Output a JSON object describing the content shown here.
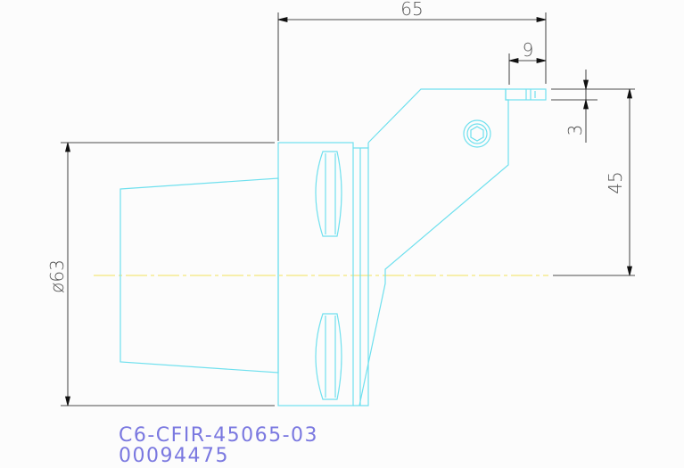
{
  "dimensions": {
    "overall_length": "65",
    "insert_width": "9",
    "insert_offset": "3",
    "height": "45",
    "diameter": "ø63"
  },
  "labels": {
    "part_number": "C6-CFIR-45065-03",
    "article_number": "00094475"
  },
  "colors": {
    "geometry": "#6fe0ee",
    "dimension_lines": "#111111",
    "centerline": "#f2e25a",
    "label_text": "#7a78e0"
  }
}
